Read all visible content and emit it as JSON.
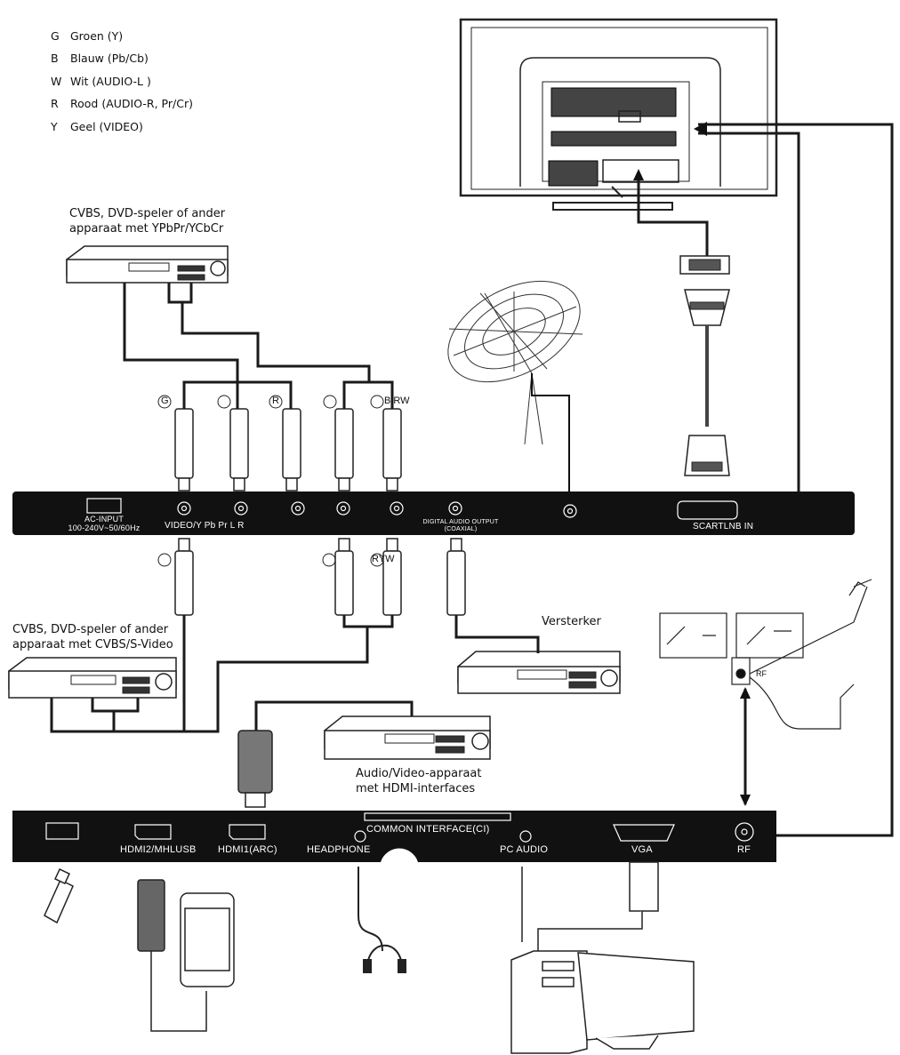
{
  "legend": [
    {
      "code": "G",
      "text": "Groen (Y)"
    },
    {
      "code": "B",
      "text": "Blauw (Pb/Cb)"
    },
    {
      "code": "W",
      "text": "Wit (AUDIO-L )"
    },
    {
      "code": "R",
      "text": "Rood (AUDIO-R, Pr/Cr)"
    },
    {
      "code": "Y",
      "text": "Geel (VIDEO)"
    }
  ],
  "devices": {
    "component_player": "CVBS, DVD-speler of ander\napparaat met YPbPr/YCbCr",
    "composite_player": "CVBS, DVD-speler of ander\napparaat met CVBS/S-Video",
    "amplifier": "Versterker",
    "hdmi_device": "Audio/Video-apparaat\nmet HDMI-interfaces"
  },
  "connector_markers": {
    "g": "G",
    "r": "R",
    "brw": "B RW",
    "ryw": "RYW",
    "rf_small": "RF"
  },
  "top_panel": {
    "ac_input": "AC-INPUT",
    "ac_rating": "100-240V~50/60Hz",
    "video_ports": "VIDEO/Y Pb Pr L R",
    "digital_audio": "DIGITAL AUDIO OUTPUT",
    "coaxial": "(COAXIAL)",
    "scart": "SCARTLNB IN"
  },
  "bottom_panel": {
    "hdmi2": "HDMI2/MHLUSB",
    "hdmi1": "HDMI1(ARC)",
    "headphone": "HEADPHONE",
    "ci": "COMMON INTERFACE(CI)",
    "pc_audio": "PC AUDIO",
    "vga": "VGA",
    "rf": "RF"
  },
  "colors": {
    "panel": "#111111",
    "line": "#1a1a1a"
  }
}
